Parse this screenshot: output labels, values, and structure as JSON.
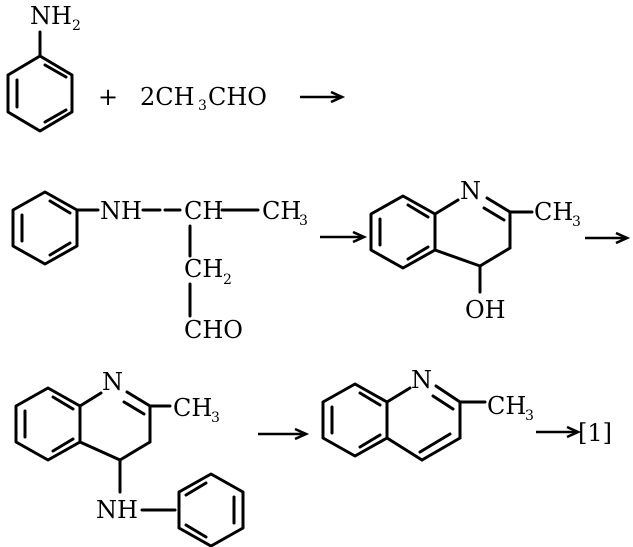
{
  "row1": {
    "amine_N": "NH",
    "amine_sub": "2",
    "plus": "+",
    "reagent_pre": "2CH",
    "reagent_sub": "3",
    "reagent_post": "CHO"
  },
  "row2": {
    "aldol_NH": "NH",
    "aldol_CH": "CH",
    "aldol_CH3": "CH",
    "aldol_CH3_sub": "3",
    "aldol_CH2": "CH",
    "aldol_CH2_sub": "2",
    "aldol_CHO": "CHO",
    "ring_N": "N",
    "ring_CH3": "CH",
    "ring_CH3_sub": "3",
    "ring_OH": "OH"
  },
  "row3": {
    "ring_N": "N",
    "ring_CH3": "CH",
    "ring_CH3_sub": "3",
    "ring_NH": "NH",
    "prod_N": "N",
    "prod_CH3": "CH",
    "prod_CH3_sub": "3",
    "ref": "[1]"
  }
}
